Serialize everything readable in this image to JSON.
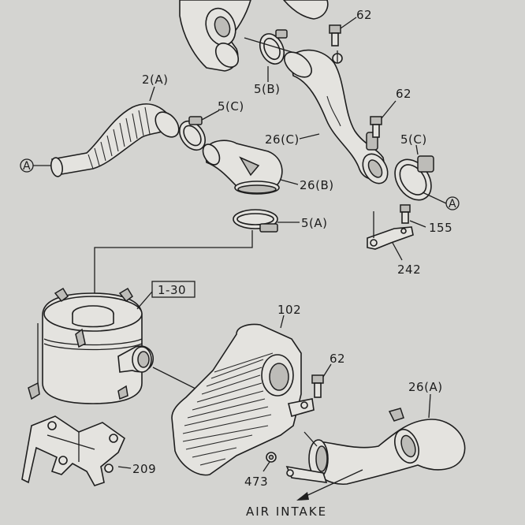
{
  "labels": {
    "l62a": "62",
    "l62b": "62",
    "l62c": "62",
    "l5b": "5(B)",
    "l2a": "2(A)",
    "l5c1": "5(C)",
    "l5c2": "5(C)",
    "l26c": "26(C)",
    "l26b": "26(B)",
    "l5a": "5(A)",
    "l155": "155",
    "l242": "242",
    "l130": "1-30",
    "l102": "102",
    "l26a": "26(A)",
    "l209": "209",
    "l473": "473",
    "airintake": "AIR INTAKE",
    "markA1": "A",
    "markA2": "A"
  },
  "colors": {
    "paper": "#cfcfcb",
    "ink": "#1e1e1e",
    "part_fill": "#e4e3df"
  }
}
